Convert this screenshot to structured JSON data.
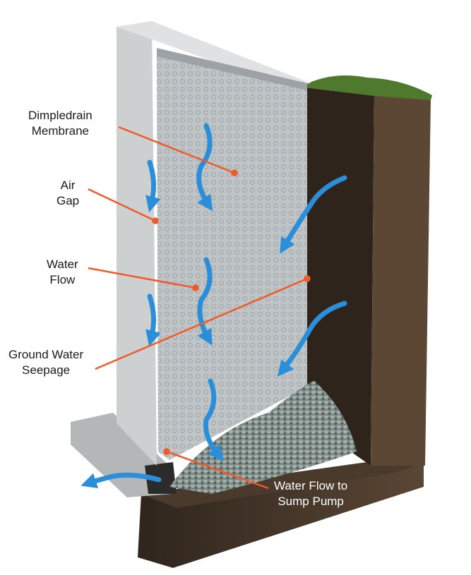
{
  "labels": {
    "membrane": [
      "Dimpledrain",
      "Membrane"
    ],
    "air_gap": [
      "Air",
      "Gap"
    ],
    "water_flow": [
      "Water",
      "Flow"
    ],
    "seepage": [
      "Ground Water",
      "Seepage"
    ],
    "sump": [
      "Water Flow to",
      "Sump Pump"
    ]
  },
  "colors": {
    "leader": "#f05a28",
    "arrow": "#2a8fd8",
    "concrete": "#c9cccd",
    "membrane": "#b9bec1",
    "soil": "#3b2f25",
    "grass": "#4f7a2e"
  }
}
